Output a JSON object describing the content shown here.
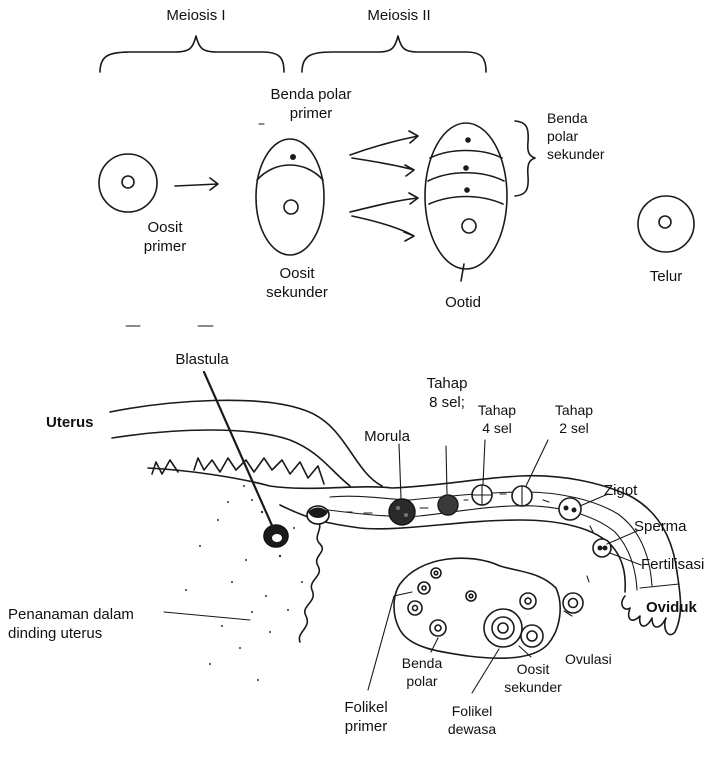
{
  "oogenesis": {
    "meiosis_1": "Meiosis I",
    "meiosis_2": "Meiosis II",
    "primary_oocyte": [
      "Oosit",
      "primer"
    ],
    "primary_polar_body": [
      "Benda polar",
      "primer"
    ],
    "secondary_oocyte": [
      "Oosit",
      "sekunder"
    ],
    "secondary_polar_body": [
      "Benda",
      "polar",
      "sekunder"
    ],
    "ootid": "Ootid",
    "egg": "Telur"
  },
  "reproductive_tract": {
    "blastula": "Blastula",
    "uterus": "Uterus",
    "eight_cell": [
      "Tahap",
      "8 sel;"
    ],
    "four_cell": [
      "Tahap",
      "4 sel"
    ],
    "two_cell": [
      "Tahap",
      "2 sel"
    ],
    "morula": "Morula",
    "zygote": "Zigot",
    "sperm": "Sperma",
    "fertilization": "Fertilisasi",
    "oviduct": "Oviduk",
    "implantation": [
      "Penanaman dalam",
      "dinding uterus"
    ],
    "ovulation": "Ovulasi",
    "polar_body": [
      "Benda",
      "polar"
    ],
    "secondary_oocyte": [
      "Oosit",
      "sekunder"
    ],
    "primary_follicle": [
      "Folikel",
      "primer"
    ],
    "mature_follicle": [
      "Folikel",
      "dewasa"
    ]
  }
}
